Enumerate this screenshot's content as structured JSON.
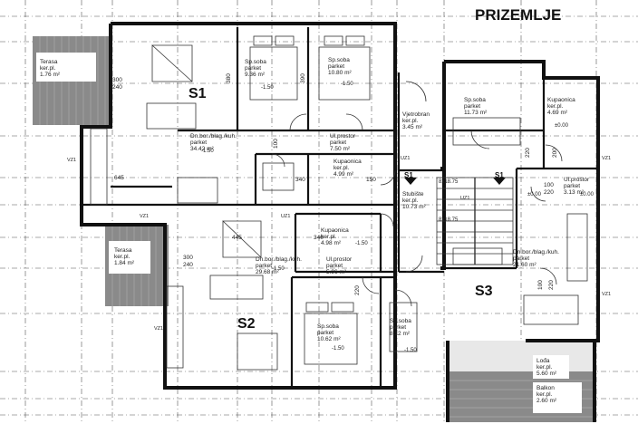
{
  "title": "PRIZEMLJE",
  "units": [
    {
      "key": "s1",
      "label": "S1"
    },
    {
      "key": "s2",
      "label": "S2"
    },
    {
      "key": "s3",
      "label": "S3"
    }
  ],
  "rooms": [
    {
      "key": "terasa-s1",
      "lines": [
        "Terasa",
        "ker.pl.",
        "1.76 m²"
      ]
    },
    {
      "key": "sp-soba-s1a",
      "lines": [
        "Sp.soba",
        "parket",
        "9.36 m²"
      ]
    },
    {
      "key": "sp-soba-s1b",
      "lines": [
        "Sp.soba",
        "parket",
        "10.80 m²"
      ]
    },
    {
      "key": "dn-bor-s1",
      "lines": [
        "Dn.bor./blag./kuh.",
        "parket",
        "34.42 m²"
      ]
    },
    {
      "key": "ul-prostor-s1",
      "lines": [
        "Ul.prostor",
        "parket",
        "7.50 m²"
      ]
    },
    {
      "key": "kupaonica-s1",
      "lines": [
        "Kupaonica",
        "ker.pl.",
        "4.99 m²"
      ]
    },
    {
      "key": "vjetrobran",
      "lines": [
        "Vjetrobran",
        "ker.pl.",
        "3.45 m²"
      ]
    },
    {
      "key": "stubiste",
      "lines": [
        "Stubište",
        "ker.pl.",
        "10.73 m²"
      ]
    },
    {
      "key": "sp-soba-s3",
      "lines": [
        "Sp.soba",
        "parket",
        "11.73 m²"
      ]
    },
    {
      "key": "kupaonica-s3",
      "lines": [
        "Kupaonica",
        "ker.pl.",
        "4.69 m²"
      ]
    },
    {
      "key": "ul-prostor-s3",
      "lines": [
        "Ul.prostor",
        "parket",
        "3.13 m²"
      ]
    },
    {
      "key": "terasa-s2",
      "lines": [
        "Terasa",
        "ker.pl.",
        "1.84 m²"
      ]
    },
    {
      "key": "kupaonica-s2",
      "lines": [
        "Kupaonica",
        "ker.pl.",
        "4.98 m²"
      ]
    },
    {
      "key": "dn-bor-s2",
      "lines": [
        "Dn.bor./blag./kuh.",
        "parket",
        "29.68 m²"
      ]
    },
    {
      "key": "ul-prostor-s2",
      "lines": [
        "Ul.prostor",
        "parket",
        "5.96 m²"
      ]
    },
    {
      "key": "sp-soba-s2a",
      "lines": [
        "Sp.soba",
        "parket",
        "10.62 m²"
      ]
    },
    {
      "key": "sp-soba-s2b",
      "lines": [
        "Sp.soba",
        "parket",
        "8.12 m²"
      ]
    },
    {
      "key": "dn-bor-s3",
      "lines": [
        "Dn.bor./blag./kuh.",
        "parket",
        "21.60 m²"
      ]
    },
    {
      "key": "lodja-s3",
      "lines": [
        "Lođa",
        "ker.pl.",
        "5.60 m²"
      ]
    },
    {
      "key": "balkon-s3",
      "lines": [
        "Balkon",
        "ker.pl.",
        "2.60 m²"
      ]
    }
  ],
  "dimensions": [
    {
      "key": "d1",
      "text": "300"
    },
    {
      "key": "d2",
      "text": "240"
    },
    {
      "key": "d3",
      "text": "380"
    },
    {
      "key": "d4",
      "text": "390"
    },
    {
      "key": "d5",
      "text": "645"
    },
    {
      "key": "d6",
      "text": "445"
    },
    {
      "key": "d7",
      "text": "340"
    },
    {
      "key": "d8",
      "text": "340"
    },
    {
      "key": "d9",
      "text": "150"
    },
    {
      "key": "d10",
      "text": "100"
    },
    {
      "key": "d11",
      "text": "220"
    },
    {
      "key": "d12",
      "text": "300"
    },
    {
      "key": "d13",
      "text": "240"
    },
    {
      "key": "d14",
      "text": "220"
    },
    {
      "key": "d15",
      "text": "200"
    },
    {
      "key": "d16",
      "text": "100"
    },
    {
      "key": "d17",
      "text": "220"
    },
    {
      "key": "d18",
      "text": "100"
    },
    {
      "key": "d19",
      "text": "220"
    }
  ],
  "levels": [
    {
      "key": "l1",
      "text": "-1.50"
    },
    {
      "key": "l2",
      "text": "-1.50"
    },
    {
      "key": "l3",
      "text": "-1.50"
    },
    {
      "key": "l4",
      "text": "-1.50"
    },
    {
      "key": "l5",
      "text": "-1.50"
    },
    {
      "key": "l6",
      "text": "±0.00"
    },
    {
      "key": "l7",
      "text": "±0.00"
    },
    {
      "key": "l8",
      "text": "-1.50"
    },
    {
      "key": "l9",
      "text": "±0.00"
    },
    {
      "key": "l10",
      "text": "-1.50"
    }
  ],
  "stair": [
    {
      "key": "st1",
      "text": "8x18.75"
    },
    {
      "key": "st2",
      "text": "8x18.75"
    }
  ],
  "axis_marks": [
    {
      "key": "a1",
      "text": "S1"
    },
    {
      "key": "a2",
      "text": "S1"
    }
  ],
  "window_tags": [
    {
      "key": "w1",
      "text": "VZ1"
    },
    {
      "key": "w2",
      "text": "VZ1"
    },
    {
      "key": "w3",
      "text": "UZ1"
    },
    {
      "key": "w4",
      "text": "UZ1"
    },
    {
      "key": "w5",
      "text": "VZ1"
    },
    {
      "key": "w6",
      "text": "VZ1"
    },
    {
      "key": "w7",
      "text": "UZ1"
    },
    {
      "key": "w8",
      "text": "VZ1"
    }
  ]
}
